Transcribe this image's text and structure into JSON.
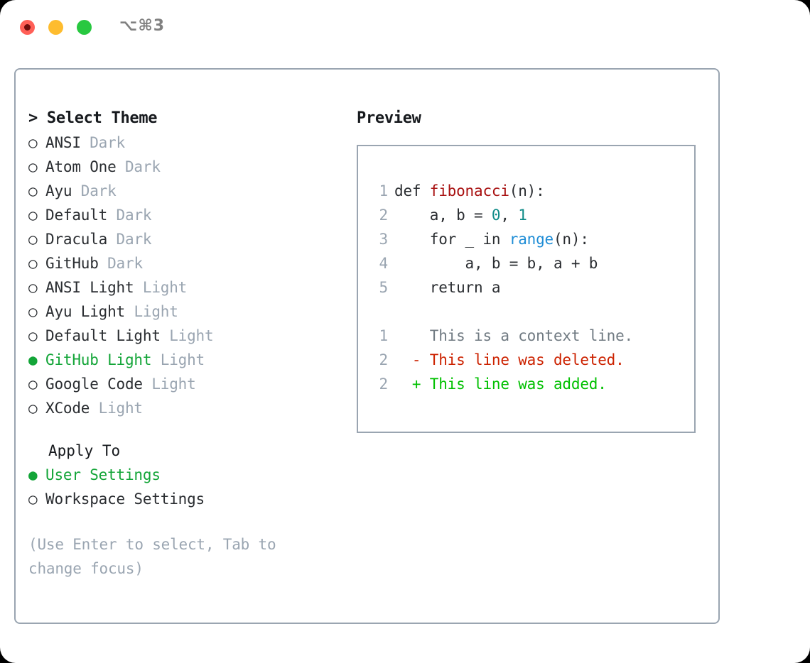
{
  "titlebar": {
    "shortcut": "⌥⌘3",
    "buttons": [
      {
        "name": "close",
        "color": "#ff5f57"
      },
      {
        "name": "minimize",
        "color": "#febc2e"
      },
      {
        "name": "maximize",
        "color": "#28c840"
      }
    ]
  },
  "theme_panel": {
    "title": "> Select Theme",
    "selected_marker": "●",
    "unselected_marker": "○",
    "themes": [
      {
        "marker": "○",
        "name": "ANSI",
        "category": "Dark",
        "selected": false
      },
      {
        "marker": "○",
        "name": "Atom One",
        "category": "Dark",
        "selected": false
      },
      {
        "marker": "○",
        "name": "Ayu",
        "category": "Dark",
        "selected": false
      },
      {
        "marker": "○",
        "name": "Default",
        "category": "Dark",
        "selected": false
      },
      {
        "marker": "○",
        "name": "Dracula",
        "category": "Dark",
        "selected": false
      },
      {
        "marker": "○",
        "name": "GitHub",
        "category": "Dark",
        "selected": false
      },
      {
        "marker": "○",
        "name": "ANSI Light",
        "category": "Light",
        "selected": false
      },
      {
        "marker": "○",
        "name": "Ayu Light",
        "category": "Light",
        "selected": false
      },
      {
        "marker": "○",
        "name": "Default Light",
        "category": "Light",
        "selected": false
      },
      {
        "marker": "●",
        "name": "GitHub Light",
        "category": "Light",
        "selected": true
      },
      {
        "marker": "○",
        "name": "Google Code",
        "category": "Light",
        "selected": false
      },
      {
        "marker": "○",
        "name": "XCode",
        "category": "Light",
        "selected": false
      }
    ]
  },
  "apply_to": {
    "title": "Apply To",
    "options": [
      {
        "marker": "●",
        "label": "User Settings",
        "selected": true
      },
      {
        "marker": "○",
        "label": "Workspace Settings",
        "selected": false
      }
    ]
  },
  "hint": "(Use Enter to select, Tab to change focus)",
  "preview": {
    "title": "Preview",
    "code_lines": [
      {
        "number": "1",
        "prefix": "def ",
        "token": "fibonacci",
        "token_type": "function",
        "suffix": "(n):"
      },
      {
        "number": "2",
        "text_before": "    a, b = ",
        "num1": "0",
        "mid": ", ",
        "num2": "1"
      },
      {
        "number": "3",
        "prefix": "    for _ in ",
        "token": "range",
        "token_type": "call",
        "suffix": "(n):"
      },
      {
        "number": "4",
        "plain": "        a, b = b, a + b"
      },
      {
        "number": "5",
        "plain": "    return a"
      }
    ],
    "diff_lines": [
      {
        "number": "1",
        "sign": " ",
        "text": "This is a context line.",
        "type": "context"
      },
      {
        "number": "2",
        "sign": "-",
        "text": "This line was deleted.",
        "type": "deleted"
      },
      {
        "number": "2",
        "sign": "+",
        "text": "This line was added.",
        "type": "added"
      }
    ]
  },
  "colors": {
    "accent_green": "#13a538",
    "muted_gray": "#9aa5b1",
    "function_red": "#a81010",
    "number_teal": "#0d8a87",
    "call_blue": "#1f8dd6",
    "diff_deleted": "#cc2200",
    "diff_added": "#00c000",
    "border": "#9aa5b1"
  }
}
